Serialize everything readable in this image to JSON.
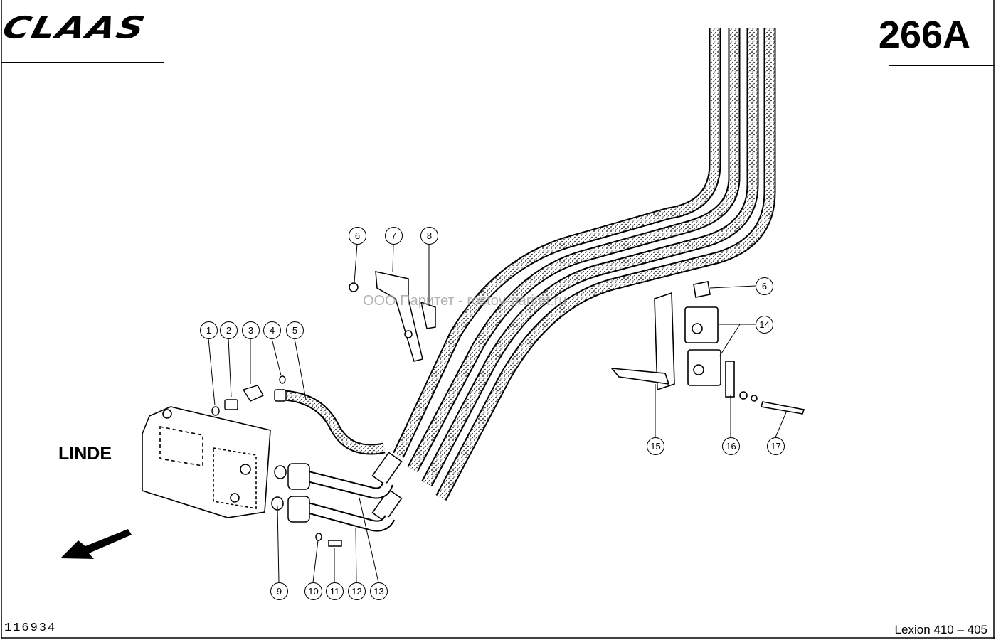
{
  "header": {
    "brand": "CLAAS",
    "page_number": "266A"
  },
  "labels": {
    "manufacturer": "LINDE",
    "watermark": "ООО Паритет - rostov-paritet.ru"
  },
  "footer": {
    "drawing_number": "116934",
    "model": "Lexion 410 – 405"
  },
  "callouts": [
    {
      "id": "c-1",
      "number": "1"
    },
    {
      "id": "c-2",
      "number": "2"
    },
    {
      "id": "c-3",
      "number": "3"
    },
    {
      "id": "c-4",
      "number": "4"
    },
    {
      "id": "c-5",
      "number": "5"
    },
    {
      "id": "c-6a",
      "number": "6"
    },
    {
      "id": "c-7",
      "number": "7"
    },
    {
      "id": "c-8",
      "number": "8"
    },
    {
      "id": "c-6b",
      "number": "6"
    },
    {
      "id": "c-14",
      "number": "14"
    },
    {
      "id": "c-15",
      "number": "15"
    },
    {
      "id": "c-16",
      "number": "16"
    },
    {
      "id": "c-17",
      "number": "17"
    },
    {
      "id": "c-9",
      "number": "9"
    },
    {
      "id": "c-10",
      "number": "10"
    },
    {
      "id": "c-11",
      "number": "11"
    },
    {
      "id": "c-12",
      "number": "12"
    },
    {
      "id": "c-13",
      "number": "13"
    }
  ]
}
